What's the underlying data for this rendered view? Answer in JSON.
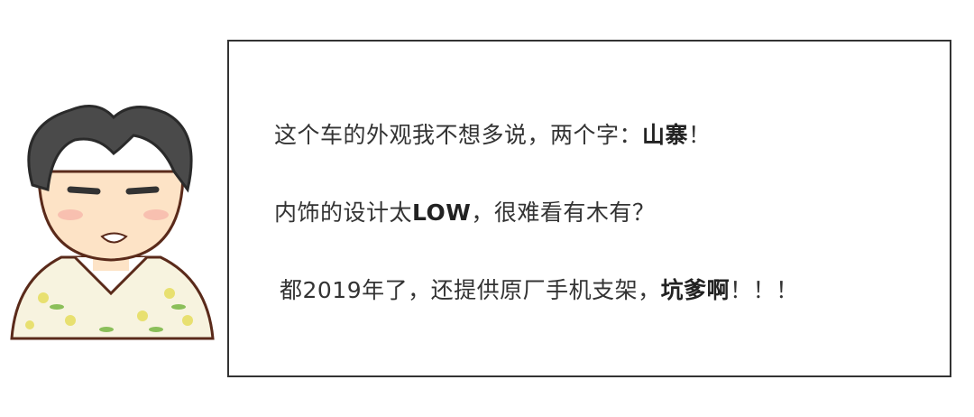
{
  "lines": [
    {
      "parts": [
        "这个车的外观我不想多说，两个字：",
        "山寨",
        "！"
      ]
    },
    {
      "parts": [
        "内饰的设计太",
        "LOW",
        "，很难看有木有？"
      ]
    },
    {
      "parts": [
        "都2019年了，还提供原厂手机支架，",
        "坑爹啊",
        "！！！"
      ]
    }
  ],
  "colors": {
    "border": "#333333",
    "text": "#333333",
    "hair": "#4a4a4a",
    "skin": "#fde3c6",
    "shirt": "#f7f3df"
  }
}
